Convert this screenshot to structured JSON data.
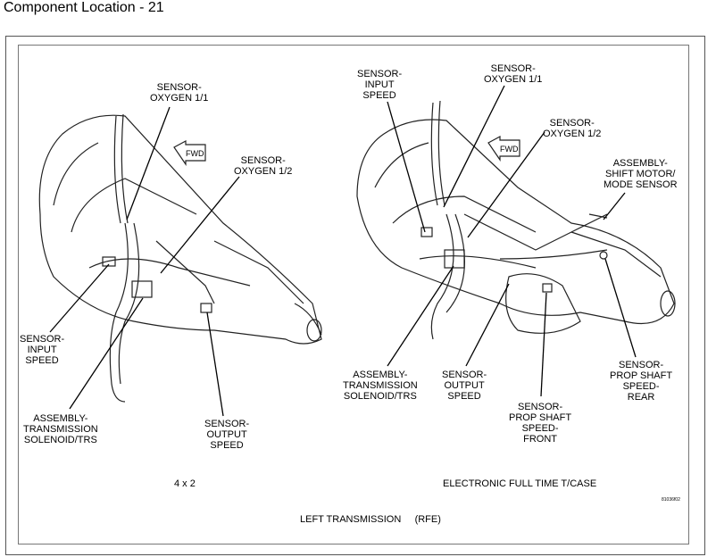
{
  "page_title": "Component Location - 21",
  "left_labels": {
    "oxygen_1_1": "SENSOR-\nOXYGEN 1/1",
    "oxygen_1_2": "SENSOR-\nOXYGEN 1/2",
    "input_speed": "SENSOR-\nINPUT\nSPEED",
    "solenoid": "ASSEMBLY-\nTRANSMISSION\nSOLENOID/TRS",
    "output_speed": "SENSOR-\nOUTPUT\nSPEED"
  },
  "right_labels": {
    "input_speed": "SENSOR-\nINPUT\nSPEED",
    "oxygen_1_1": "SENSOR-\nOXYGEN 1/1",
    "oxygen_1_2": "SENSOR-\nOXYGEN 1/2",
    "shift_motor": "ASSEMBLY-\nSHIFT MOTOR/\nMODE SENSOR",
    "solenoid": "ASSEMBLY-\nTRANSMISSION\nSOLENOID/TRS",
    "output_speed": "SENSOR-\nOUTPUT\nSPEED",
    "prop_front": "SENSOR-\nPROP SHAFT\nSPEED-\nFRONT",
    "prop_rear": "SENSOR-\nPROP SHAFT\nSPEED-\nREAR"
  },
  "captions": {
    "left": "4 x 2",
    "right": "ELECTRONIC FULL TIME T/CASE",
    "bottom": "LEFT TRANSMISSION     (RFE)",
    "figure_code": "81036f02"
  },
  "arrow_text": "FWD"
}
